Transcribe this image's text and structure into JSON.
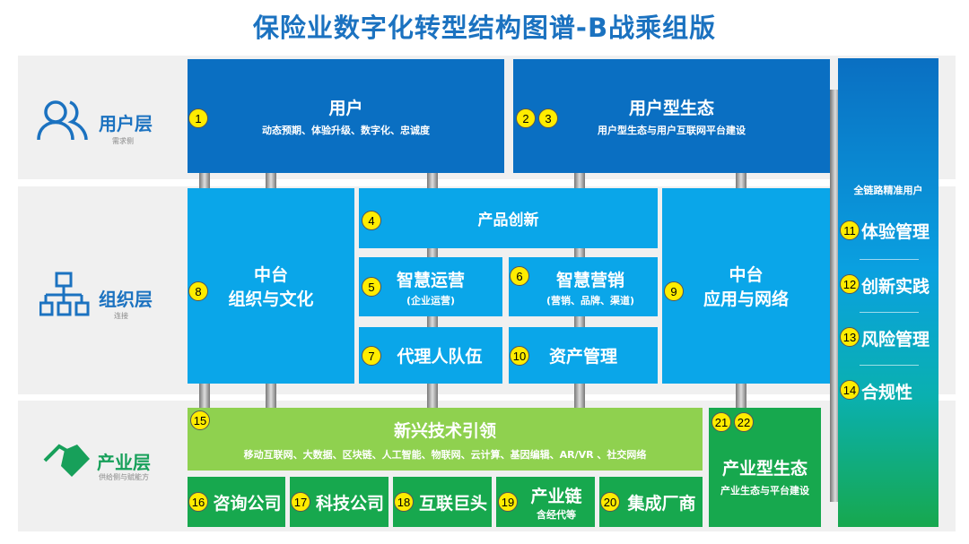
{
  "title": "保险业数字化转型结构图谱-B战乘组版",
  "layers": {
    "user": {
      "label": "用户层",
      "sub": "需求侧",
      "icon": "users-icon"
    },
    "org": {
      "label": "组织层",
      "sub": "连接",
      "icon": "org-chart-icon"
    },
    "industry": {
      "label": "产业层",
      "sub": "供给侧与赋能方",
      "icon": "handshake-icon"
    }
  },
  "boxes": {
    "user": {
      "title": "用户",
      "sub": "动态预期、体验升级、数字化、忠诚度",
      "num": "1"
    },
    "user_eco": {
      "title": "用户型生态",
      "sub": "用户型生态与用户互联网平台建设",
      "num_a": "2",
      "num_b": "3"
    },
    "product": {
      "title": "产品创新",
      "num": "4"
    },
    "ops": {
      "title": "智慧运营",
      "sub": "(企业运营)",
      "num": "5"
    },
    "marketing": {
      "title": "智慧营销",
      "sub": "(营销、品牌、渠道)",
      "num": "6"
    },
    "agents": {
      "title": "代理人队伍",
      "num": "7"
    },
    "mid_org": {
      "title": "中台",
      "sub": "组织与文化",
      "num": "8"
    },
    "mid_app": {
      "title": "中台",
      "sub": "应用与网络",
      "num": "9"
    },
    "assets": {
      "title": "资产管理",
      "num": "10"
    },
    "tech": {
      "title": "新兴技术引领",
      "sub": "移动互联网、大数据、区块链、人工智能、物联网、云计算、基因编辑、AR/VR 、社交网络",
      "num": "15"
    },
    "consult": {
      "title": "咨询公司",
      "num": "16"
    },
    "techco": {
      "title": "科技公司",
      "num": "17"
    },
    "giants": {
      "title": "互联巨头",
      "num": "18"
    },
    "chain": {
      "title": "产业链",
      "sub": "含经代等",
      "num": "19"
    },
    "integrator": {
      "title": "集成厂商",
      "num": "20"
    },
    "ind_eco": {
      "title": "产业型生态",
      "sub": "产业生态与平台建设",
      "num_a": "21",
      "num_b": "22"
    }
  },
  "right": {
    "header": "全链路精准用户",
    "items": [
      {
        "label": "体验管理",
        "num": "11"
      },
      {
        "label": "创新实践",
        "num": "12"
      },
      {
        "label": "风险管理",
        "num": "13"
      },
      {
        "label": "合规性",
        "num": "14"
      }
    ]
  }
}
